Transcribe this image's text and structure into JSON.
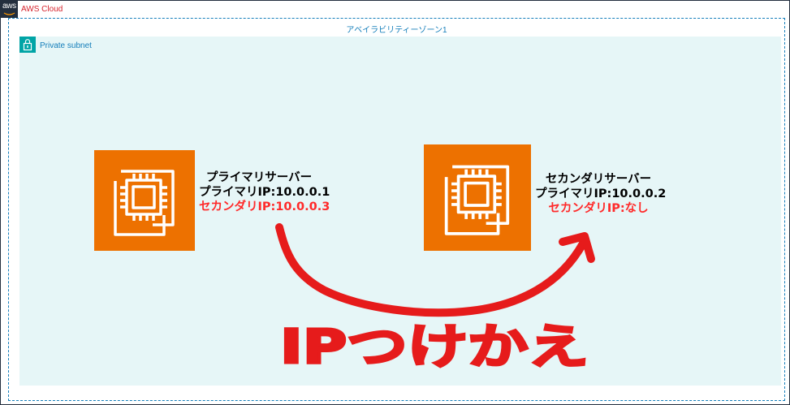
{
  "cloud": {
    "logo_text": "aws",
    "label": "AWS Cloud"
  },
  "availability_zone": {
    "label": "アベイラビリティーゾーン1"
  },
  "subnet": {
    "label": "Private subnet"
  },
  "servers": [
    {
      "title": "プライマリサーバー",
      "primary_ip": "プライマリIP:10.0.0.1",
      "secondary_ip": "セカンダリIP:10.0.0.3"
    },
    {
      "title": "セカンダリサーバー",
      "primary_ip": "プライマリIP:10.0.0.2",
      "secondary_ip": "セカンダリIP:なし"
    }
  ],
  "annotation": {
    "handwritten": "IPつけかえ"
  },
  "colors": {
    "ec2_orange": "#ed7100",
    "subnet_bg": "#e6f6f7",
    "subnet_accent": "#00a4a6",
    "az_border": "#147eba",
    "cloud_border": "#232f3e",
    "cloud_label": "#d6242d",
    "red_text": "#ff2a2a",
    "annotation_red": "#e61b1b"
  },
  "icons": {
    "server_icon": "ec2-instance-icon",
    "subnet_icon": "private-subnet-lock-icon",
    "logo": "aws-logo"
  }
}
